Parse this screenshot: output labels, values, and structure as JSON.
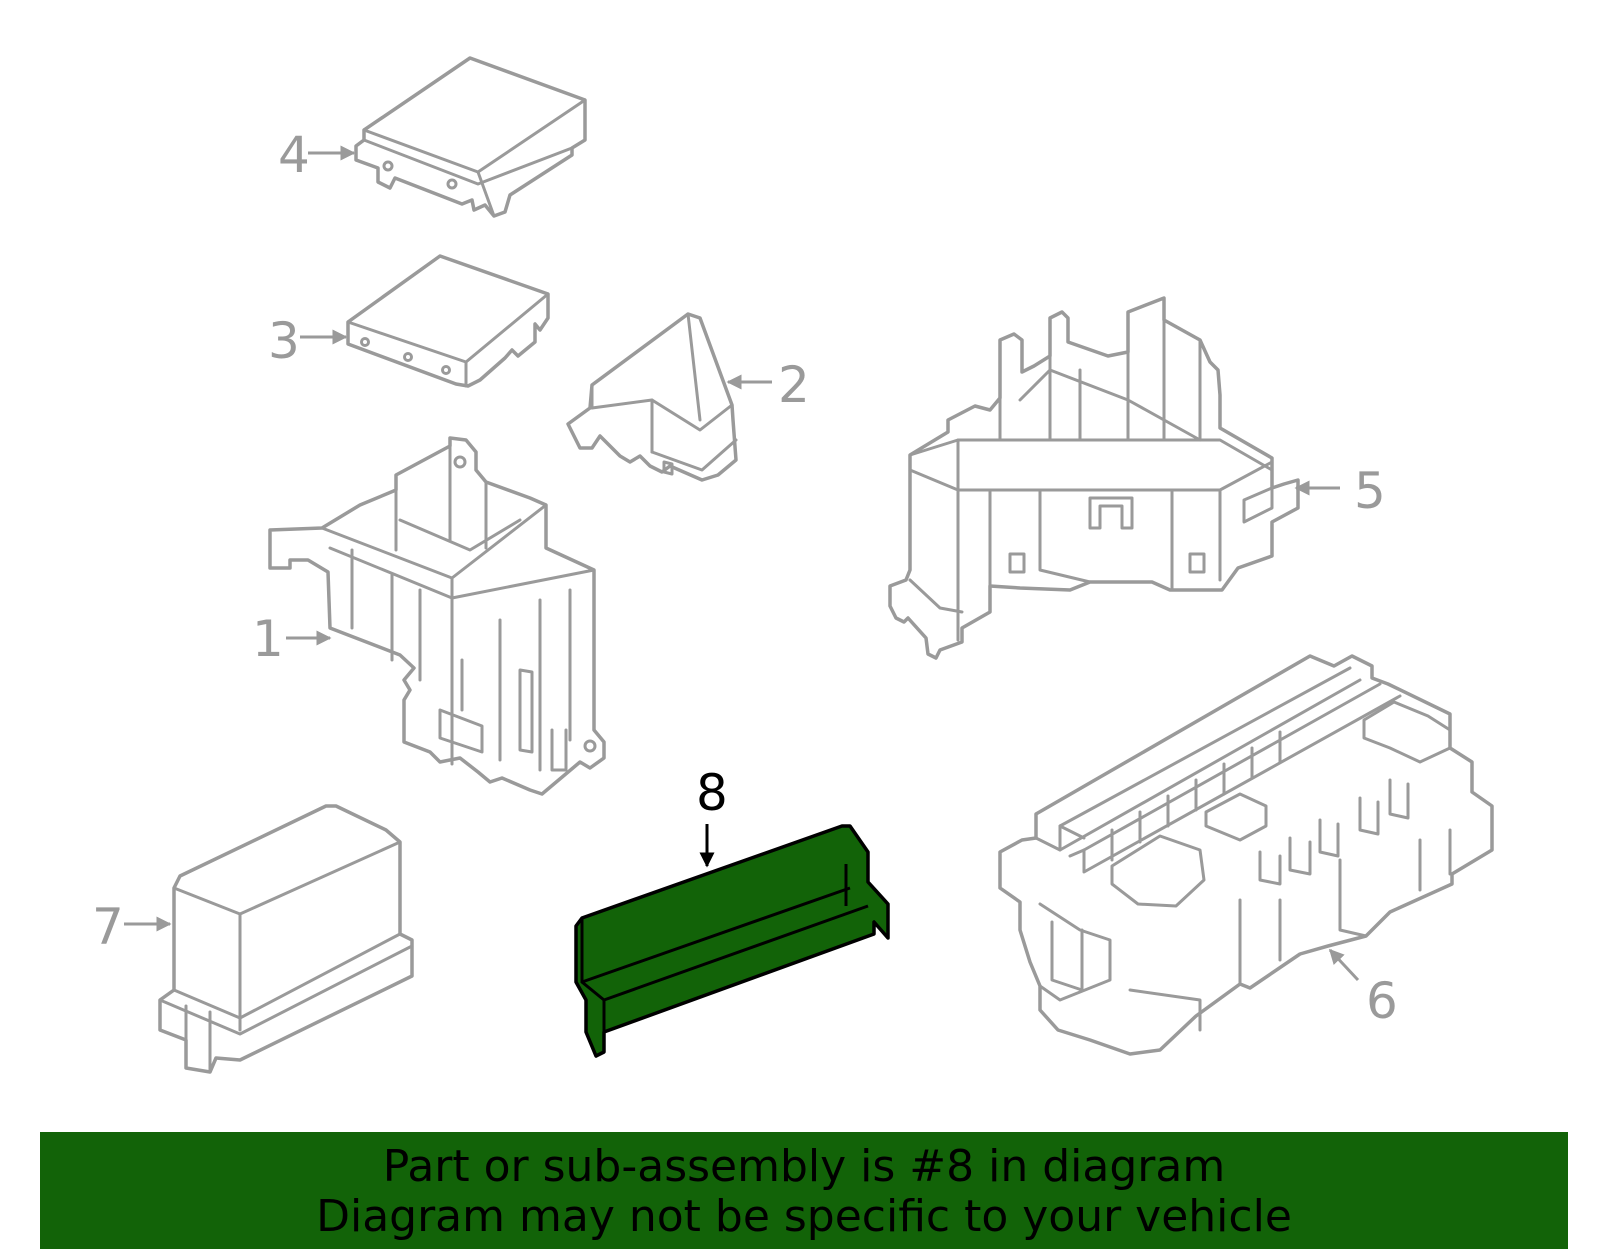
{
  "callouts": {
    "c1": "1",
    "c2": "2",
    "c3": "3",
    "c4": "4",
    "c5": "5",
    "c6": "6",
    "c7": "7",
    "c8": "8"
  },
  "highlighted_part": "8",
  "highlight_color": "#126308",
  "outline_color": "#9a9a9a",
  "banner": {
    "line1": "Part or sub-assembly is #8 in diagram",
    "line2": "Diagram may not be specific to your vehicle"
  }
}
